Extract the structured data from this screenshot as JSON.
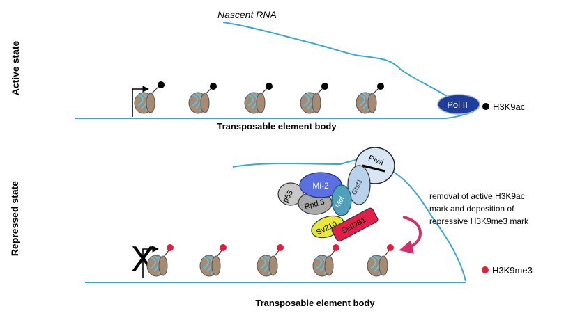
{
  "active_panel": {
    "state_label": "Active state",
    "nascent_rna_label": "Nascent RNA",
    "polymerase_label": "Pol II",
    "mark_legend": "H3K9ac",
    "body_label": "Transposable element body"
  },
  "repressed_panel": {
    "state_label": "Repressed state",
    "proteins": [
      "p55",
      "Mi-2",
      "Rpd 3",
      "Mbl",
      "Sv210",
      "SetDB1",
      "Gtsf1",
      "Piwi"
    ],
    "blocked_symbol": "X",
    "annotation_lines": [
      "removal of active H3K9ac",
      "mark and deposition of",
      "repressive H3K9me3 mark"
    ],
    "mark_legend": "H3K9me3",
    "body_label": "Transposable element body"
  },
  "colors": {
    "dna_line": "#3aa6d6",
    "nucleosome": "#a58b72",
    "active_mark": "#000000",
    "repressive_mark": "#e0203a",
    "pol_ii": "#1f3e9c",
    "curve_arrow": "#d0306a"
  }
}
